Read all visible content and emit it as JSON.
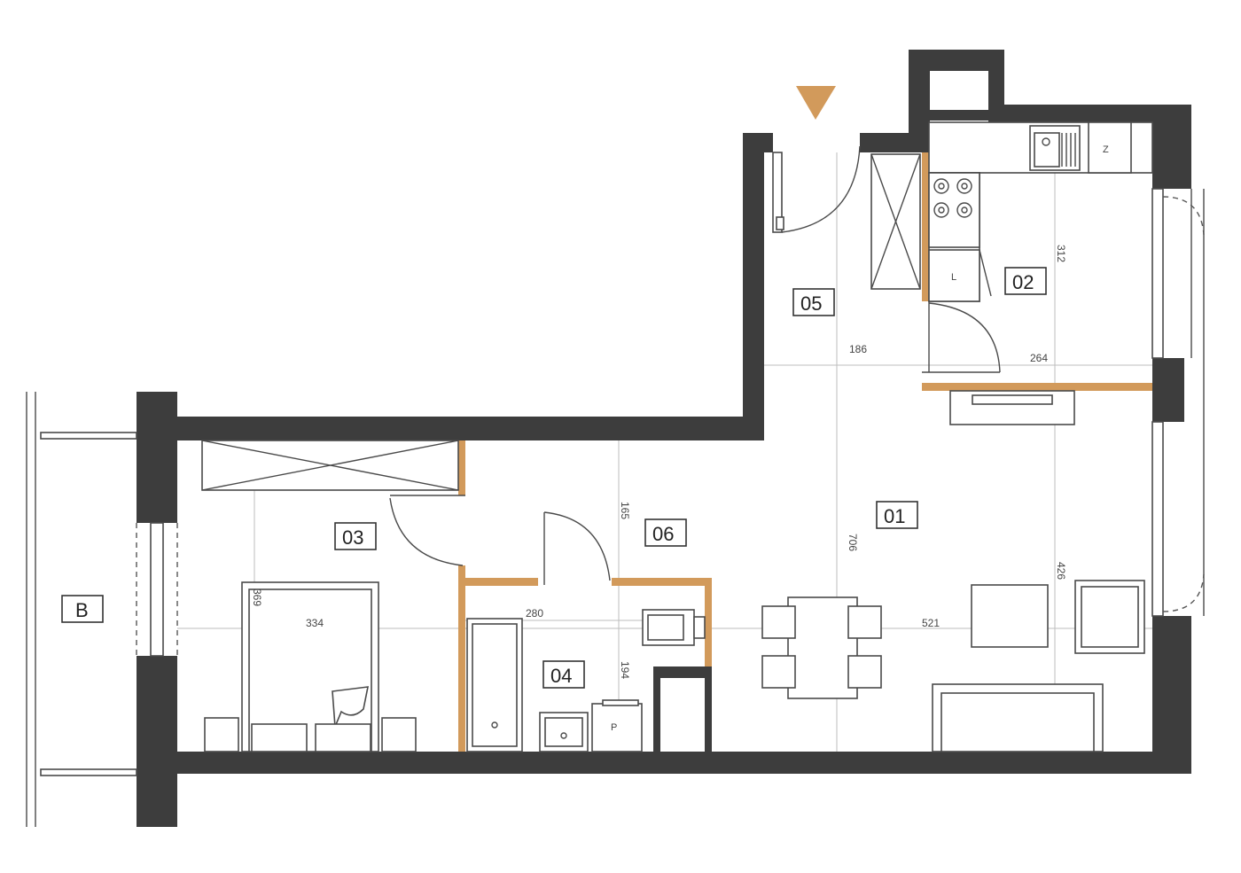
{
  "colors": {
    "wall": "#3d3d3d",
    "partition": "#d29a5b",
    "entrance_marker": "#d29a5b"
  },
  "entrance_marker_icon": "triangle-down-icon",
  "rooms": [
    {
      "id": "01"
    },
    {
      "id": "02"
    },
    {
      "id": "03"
    },
    {
      "id": "04"
    },
    {
      "id": "05"
    },
    {
      "id": "06"
    },
    {
      "id": "B"
    }
  ],
  "dimensions": [
    "186",
    "264",
    "312",
    "706",
    "521",
    "426",
    "334",
    "369",
    "280",
    "165",
    "194"
  ],
  "fixtures": {
    "fridge": "Z",
    "dishwasher": "L",
    "washer": "P"
  }
}
